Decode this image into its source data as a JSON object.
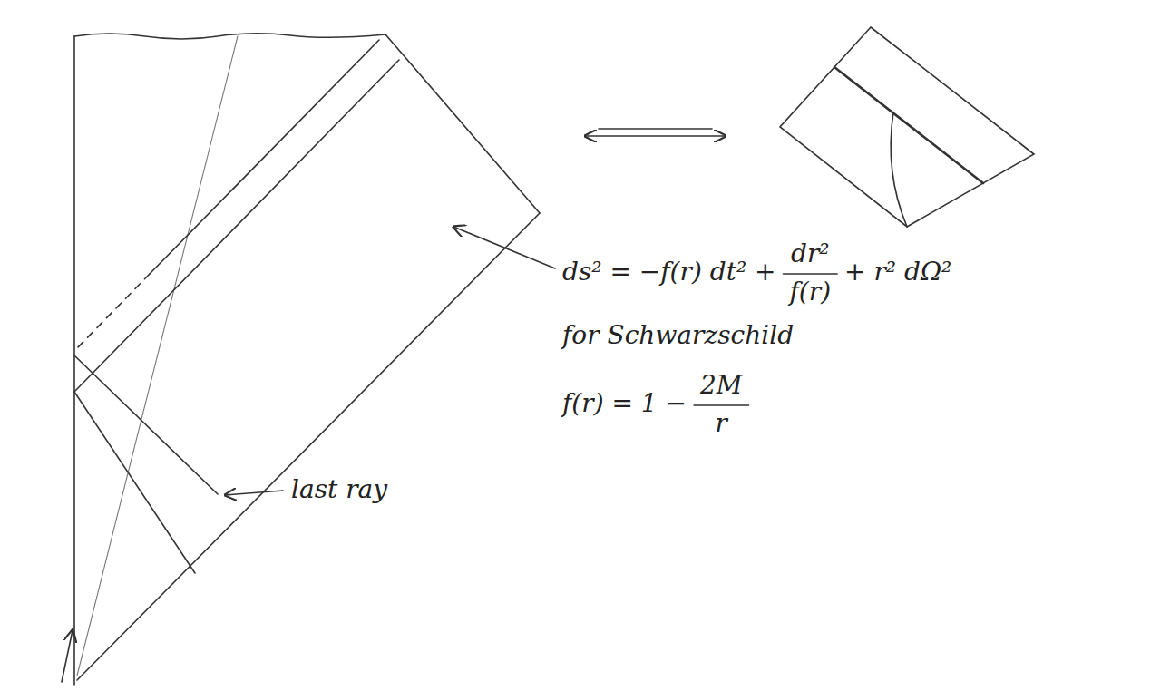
{
  "diagram": {
    "labels": [
      "ds² = −f(r) dt² +",
      "dr²",
      "f(r)",
      "+ r² dΩ²",
      "for Schwarzschild",
      "f(r) = 1 −",
      "2M",
      "r",
      "last ray"
    ]
  }
}
